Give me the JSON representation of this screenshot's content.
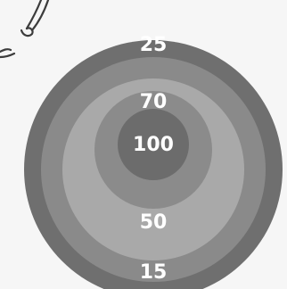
{
  "target": {
    "ring_colors": [
      "#6f6f6f",
      "#8a8a8a",
      "#a9a9a9",
      "#8b8b8b",
      "#6c6c6c"
    ],
    "label_color": "#ffffff",
    "labels": {
      "outer_bottom": "15",
      "outer_top": "25",
      "inner_top": "70",
      "inner_bottom": "50",
      "center": "100"
    }
  },
  "figure": {
    "stroke_color": "#3c3c3c"
  }
}
